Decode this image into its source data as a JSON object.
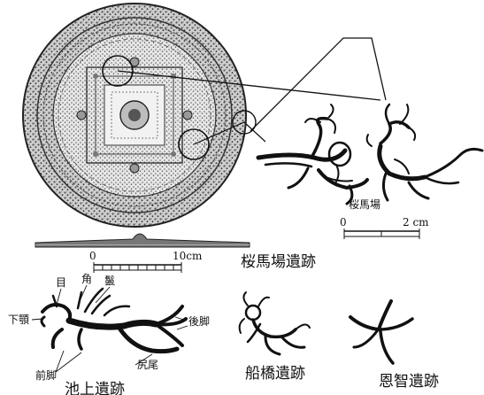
{
  "figure": {
    "mirror_scale": {
      "start": "0",
      "end": "10cm"
    },
    "detail_scale": {
      "site": "桜馬場",
      "start": "0",
      "end": "2 cm"
    },
    "sites": {
      "sakurababa": "桜馬場遺跡",
      "ikegami": "池上遺跡",
      "funabashi": "船橋遺跡",
      "onji": "恩智遺跡"
    },
    "parts": {
      "eye": "目",
      "horn": "角",
      "whisker": "鬣",
      "lower_jaw": "下顎",
      "hind_leg": "後脚",
      "foreleg": "前脚",
      "tail": "尻尾"
    }
  }
}
